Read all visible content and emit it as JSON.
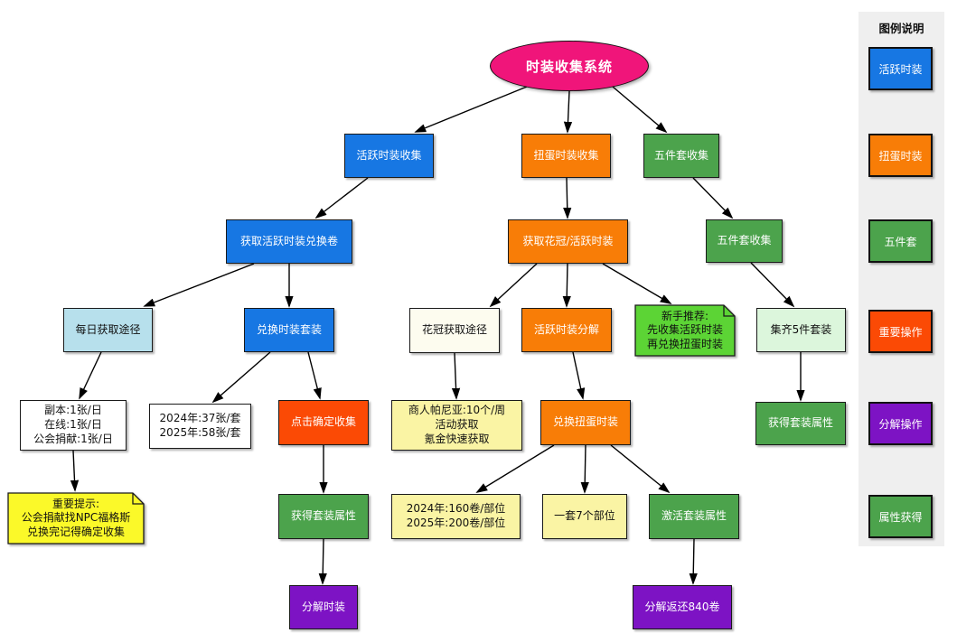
{
  "palette": {
    "pink": "#F0157A",
    "blue": "#1777E3",
    "lightblue": "#B7E0EC",
    "orange": "#F87D07",
    "orangered": "#FB4A05",
    "green": "#4CA34C",
    "lightgreen": "#DCF6DC",
    "brightgreen": "#5CD435",
    "yellow": "#FBF929",
    "paleyellow": "#FAF4A4",
    "purple": "#7D13C4",
    "white": "#FFFFFF",
    "ivory": "#FDFCEF"
  },
  "diagram": {
    "root_label": "时装收集系统",
    "nodes": {
      "active_collect": {
        "label": "活跃时装收集"
      },
      "gacha_collect": {
        "label": "扭蛋时装收集"
      },
      "five_collect": {
        "label": "五件套收集"
      },
      "get_voucher": {
        "label": "获取活跃时装兑换卷"
      },
      "get_crown": {
        "label": "获取花冠/活跃时装"
      },
      "five_collect2": {
        "label": "五件套收集"
      },
      "daily_ways": {
        "label": "每日获取途径"
      },
      "exchange_set": {
        "label": "兑换时装套装"
      },
      "crown_ways": {
        "label": "花冠获取途径"
      },
      "active_decompose": {
        "label": "活跃时装分解"
      },
      "newbie_note": {
        "label": "新手推荐:\n先收集活跃时装\n再兑换扭蛋时装"
      },
      "gather_five": {
        "label": "集齐5件套装"
      },
      "daily_detail": {
        "label": "副本:1张/日\n在线:1张/日\n公会捐献:1张/日"
      },
      "year_cost_set": {
        "label": "2024年:37张/套\n2025年:58张/套"
      },
      "click_confirm": {
        "label": "点击确定收集"
      },
      "merchant": {
        "label": "商人帕尼亚:10个/周\n活动获取\n氪金快速获取"
      },
      "exchange_gacha": {
        "label": "兑换扭蛋时装"
      },
      "get_attr_right": {
        "label": "获得套装属性"
      },
      "important_note": {
        "label": "重要提示:\n公会捐献找NPC福格斯\n兑换完记得确定收集"
      },
      "get_attr_left": {
        "label": "获得套装属性"
      },
      "year_cost_part": {
        "label": "2024年:160卷/部位\n2025年:200卷/部位"
      },
      "one_set_parts": {
        "label": "一套7个部位"
      },
      "activate_attr": {
        "label": "激活套装属性"
      },
      "decompose": {
        "label": "分解时装"
      },
      "decompose_return": {
        "label": "分解返还840卷"
      }
    }
  },
  "legend": {
    "title": "图例说明",
    "items": [
      {
        "label": "活跃时装",
        "color": "#1777E3"
      },
      {
        "label": "扭蛋时装",
        "color": "#F87D07"
      },
      {
        "label": "五件套",
        "color": "#4CA34C"
      },
      {
        "label": "重要操作",
        "color": "#FB4A05"
      },
      {
        "label": "分解操作",
        "color": "#7D13C4"
      },
      {
        "label": "属性获得",
        "color": "#4CA34C"
      }
    ]
  }
}
